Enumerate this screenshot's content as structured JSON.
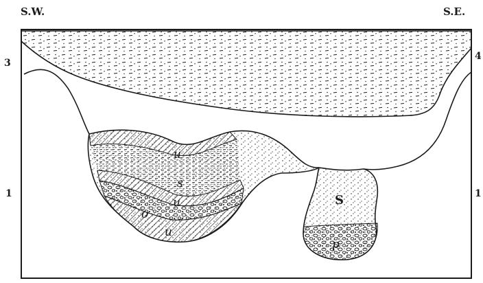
{
  "figure": {
    "corner_labels": {
      "left": "S.W.",
      "right": "S.E."
    },
    "margin_labels": {
      "left_top": "3",
      "right_top": "4",
      "left_mid": "1",
      "right_mid": "1"
    },
    "layer_labels": {
      "u_top": "u",
      "s_left": "s",
      "u_mid": "u",
      "o": "o",
      "u_bottom": "u",
      "S_right": "S",
      "p": "p"
    }
  },
  "colors": {
    "ink": "#1a1a1a",
    "paper": "#ffffff"
  }
}
